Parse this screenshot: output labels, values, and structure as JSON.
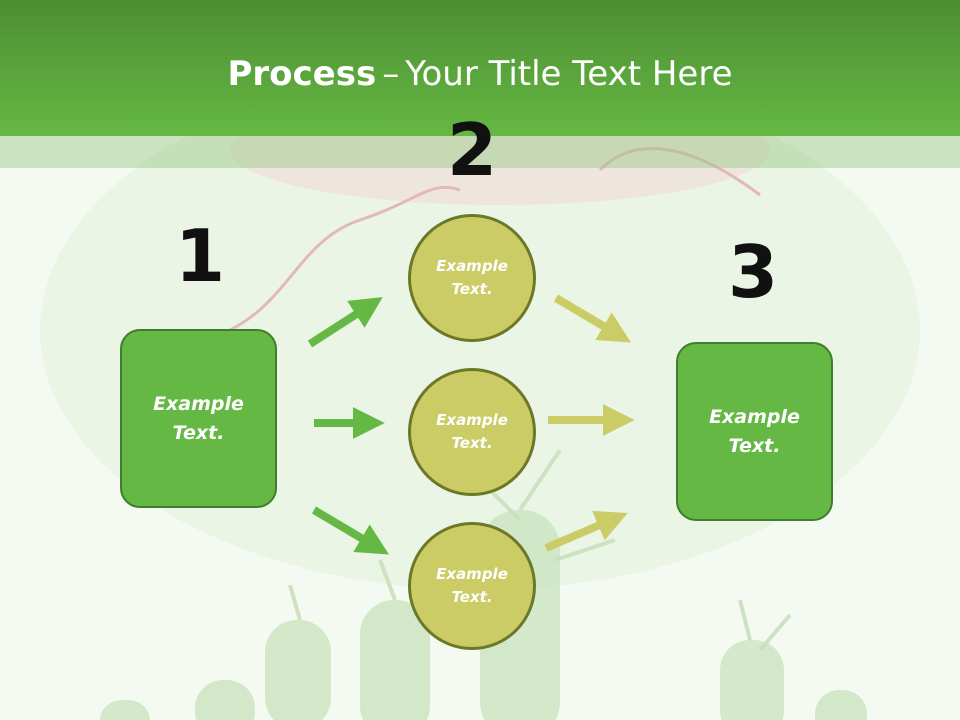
{
  "title": {
    "bold": "Process",
    "separator": "–",
    "rest": "Your Title Text Here"
  },
  "steps": [
    {
      "number": "1",
      "text": "Example Text."
    },
    {
      "number": "2",
      "items": [
        "Example Text.",
        "Example Text.",
        "Example Text."
      ]
    },
    {
      "number": "3",
      "text": "Example Text."
    }
  ],
  "colors": {
    "header": "#5fae3e",
    "box_fill": "#66b845",
    "circle_fill": "#cccc66",
    "arrow_green": "#66b845",
    "arrow_olive": "#cccc66"
  }
}
